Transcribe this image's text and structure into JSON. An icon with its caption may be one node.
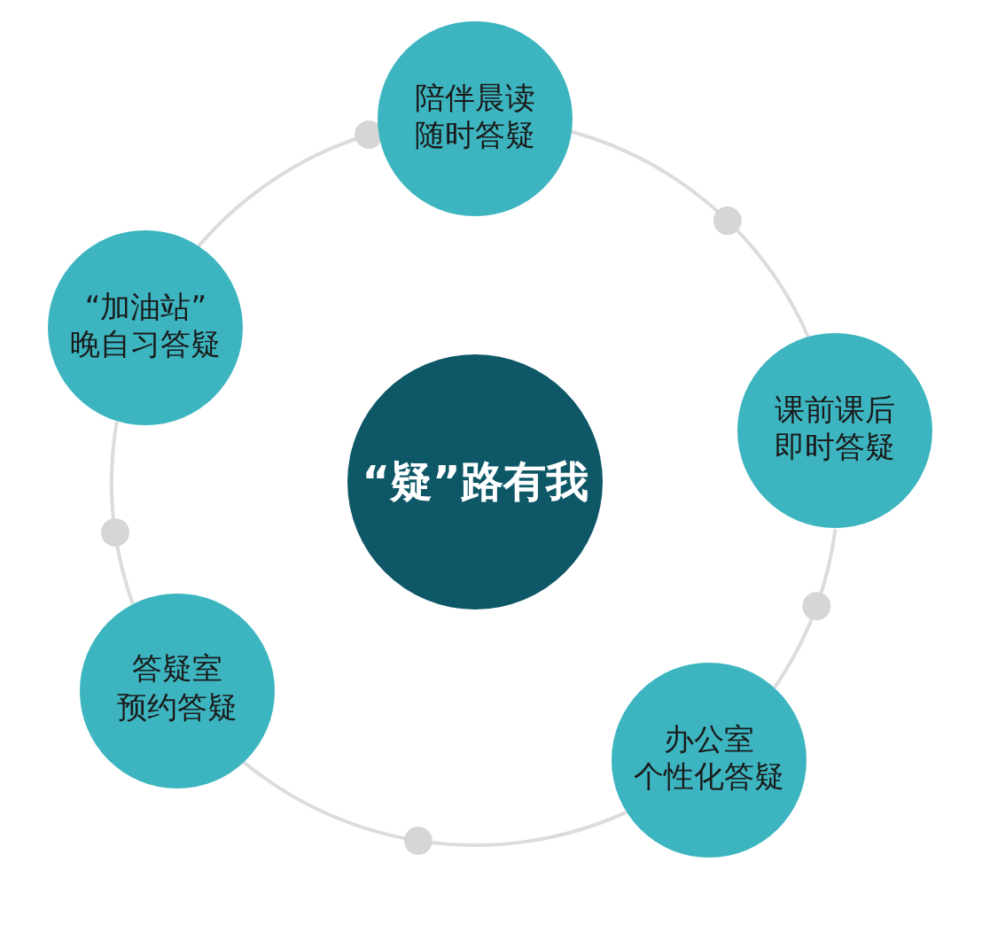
{
  "diagram": {
    "nodes": [
      {
        "text": [
          "“疑”路有我"
        ]
      },
      {
        "text": [
          "陪伴晨读",
          "随时答疑"
        ]
      },
      {
        "text": [
          "课前课后",
          "即时答疑"
        ]
      },
      {
        "text": [
          "办公室",
          "个性化答疑"
        ]
      },
      {
        "text": [
          "答疑室",
          "预约答疑"
        ]
      },
      {
        "text": [
          "“加油站”",
          "晚自习答疑"
        ]
      }
    ],
    "edges": [
      {
        "from": 1,
        "to": 2,
        "arrow": "none"
      },
      {
        "from": 2,
        "to": 3,
        "arrow": "none"
      },
      {
        "from": 3,
        "to": 4,
        "arrow": "none"
      },
      {
        "from": 4,
        "to": 5,
        "arrow": "none"
      },
      {
        "from": 5,
        "to": 1,
        "arrow": "none"
      }
    ]
  }
}
